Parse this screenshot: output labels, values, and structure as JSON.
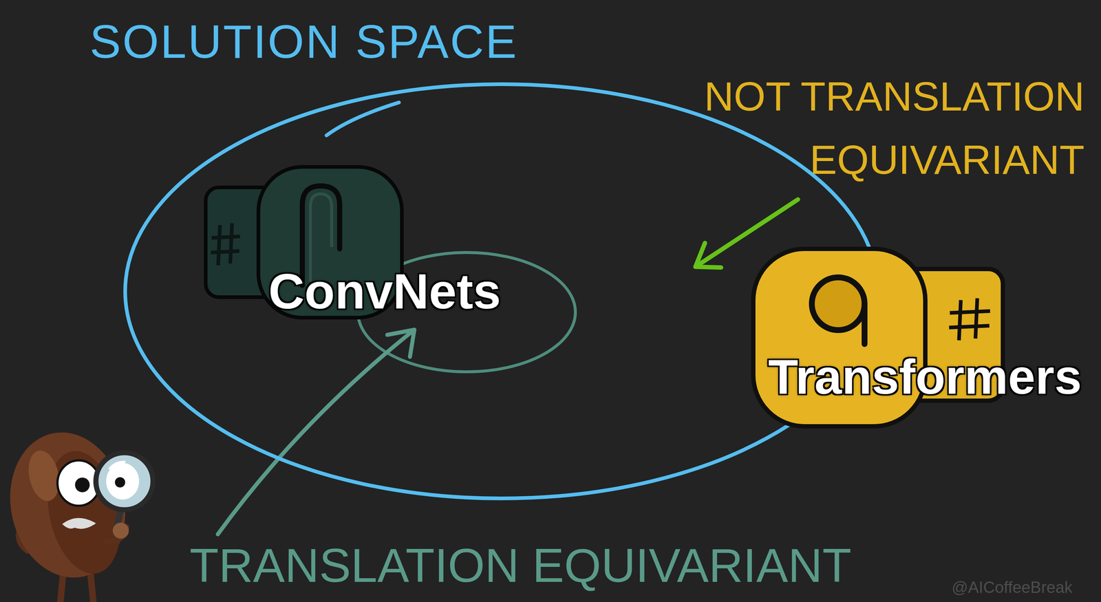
{
  "diagram": {
    "nodes": [
      {
        "text": [
          "SOLUTION SPACE"
        ]
      },
      {
        "text": [
          "ConvNets"
        ],
        "in": 0
      },
      {
        "text": [
          "Transformers"
        ]
      }
    ],
    "labels": [
      "NOT TRANSLATION EQUIVARIANT",
      "TRANSLATION EQUIVARIANT",
      "@AICoffeeBreak"
    ]
  }
}
